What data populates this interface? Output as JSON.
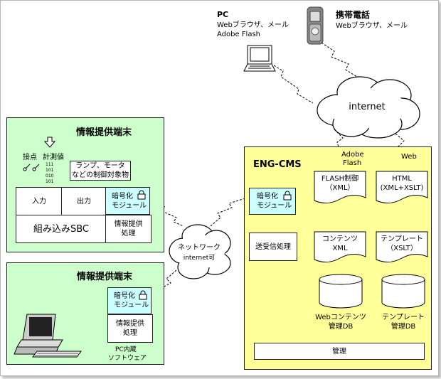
{
  "pc": {
    "title": "PC",
    "line1": "Webブラウザ、メール",
    "line2": "Adobe Flash"
  },
  "mobile": {
    "title": "携帯電話",
    "line1": "Webブラウザ、メール"
  },
  "cloud_internet": "internet",
  "cloud_network": {
    "line1": "ネットワーク",
    "line2": "internet可"
  },
  "terminal1": {
    "title": "情報提供端末",
    "sensor_label": "接点",
    "measure_label": "計測値",
    "bits": [
      "111",
      "101",
      "010",
      "101"
    ],
    "control_line1": "ランプ、モータ",
    "control_line2": "などの制御対象物",
    "input": "入力",
    "output": "出力",
    "enc_line1": "暗号化",
    "enc_line2": "モジュール",
    "sbc": "組み込みSBC",
    "proc_line1": "情報提供",
    "proc_line2": "処理"
  },
  "terminal2": {
    "title": "情報提供端末",
    "enc_line1": "暗号化",
    "enc_line2": "モジュール",
    "proc_line1": "情報提供",
    "proc_line2": "処理",
    "pc_line1": "PC内蔵",
    "pc_line2": "ソフトウェア"
  },
  "cms": {
    "title": "ENG-CMS",
    "adobe_line1": "Adobe",
    "adobe_line2": "Flash",
    "web": "Web",
    "enc_line1": "暗号化",
    "enc_line2": "モジュール",
    "comm": "送受信処理",
    "flash_line1": "FLASH制御",
    "flash_line2": "（XML）",
    "html_line1": "HTML",
    "html_line2": "(XML+XSLT)",
    "content_line1": "コンテンツ",
    "content_line2": "XML",
    "template_line1": "テンプレート",
    "template_line2": "（XSLT）",
    "db1_line1": "Webコンテンツ",
    "db1_line2": "管理DB",
    "db2_line1": "テンプレート",
    "db2_line2": "管理DB",
    "manage": "管理"
  },
  "colors": {
    "terminal_bg": "#ccffcc",
    "cms_bg": "#ffff99",
    "enc_bg": "#ccffff",
    "arrow": "#ff7f1f"
  },
  "icons": [
    "laptop-icon",
    "mobile-phone-icon",
    "desktop-pc-icon",
    "lock-icon"
  ]
}
